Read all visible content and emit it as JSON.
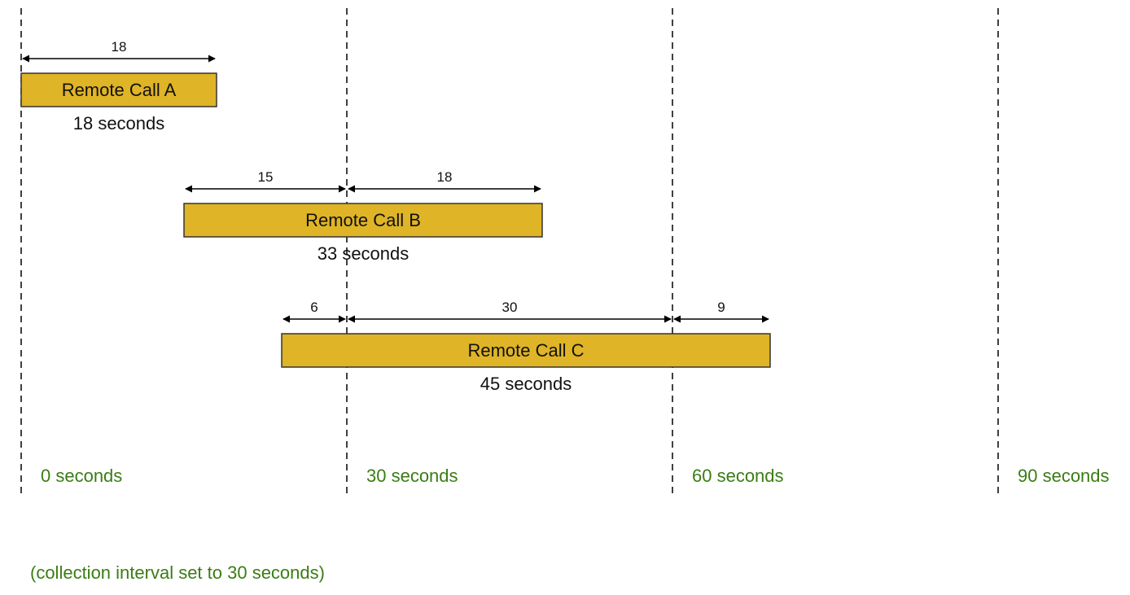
{
  "colors": {
    "bar_fill": "#dfb426",
    "bar_stroke": "#333333",
    "text": "#111111",
    "green_text": "#3a7d14",
    "line": "#000000"
  },
  "time_markers": [
    {
      "label": "0 seconds"
    },
    {
      "label": "30 seconds"
    },
    {
      "label": "60 seconds"
    },
    {
      "label": "90 seconds"
    }
  ],
  "calls": [
    {
      "name": "Remote Call A",
      "duration_label": "18 seconds",
      "start": 0,
      "end": 18,
      "segments": [
        {
          "label": "18",
          "from": 0,
          "to": 18
        }
      ]
    },
    {
      "name": "Remote Call B",
      "duration_label": "33 seconds",
      "start": 15,
      "end": 48,
      "segments": [
        {
          "label": "15",
          "from": 15,
          "to": 30
        },
        {
          "label": "18",
          "from": 30,
          "to": 48
        }
      ]
    },
    {
      "name": "Remote Call C",
      "duration_label": "45 seconds",
      "start": 24,
      "end": 69,
      "segments": [
        {
          "label": "6",
          "from": 24,
          "to": 30
        },
        {
          "label": "30",
          "from": 30,
          "to": 60
        },
        {
          "label": "9",
          "from": 60,
          "to": 69
        }
      ]
    }
  ],
  "note": "(collection interval set to 30 seconds)"
}
